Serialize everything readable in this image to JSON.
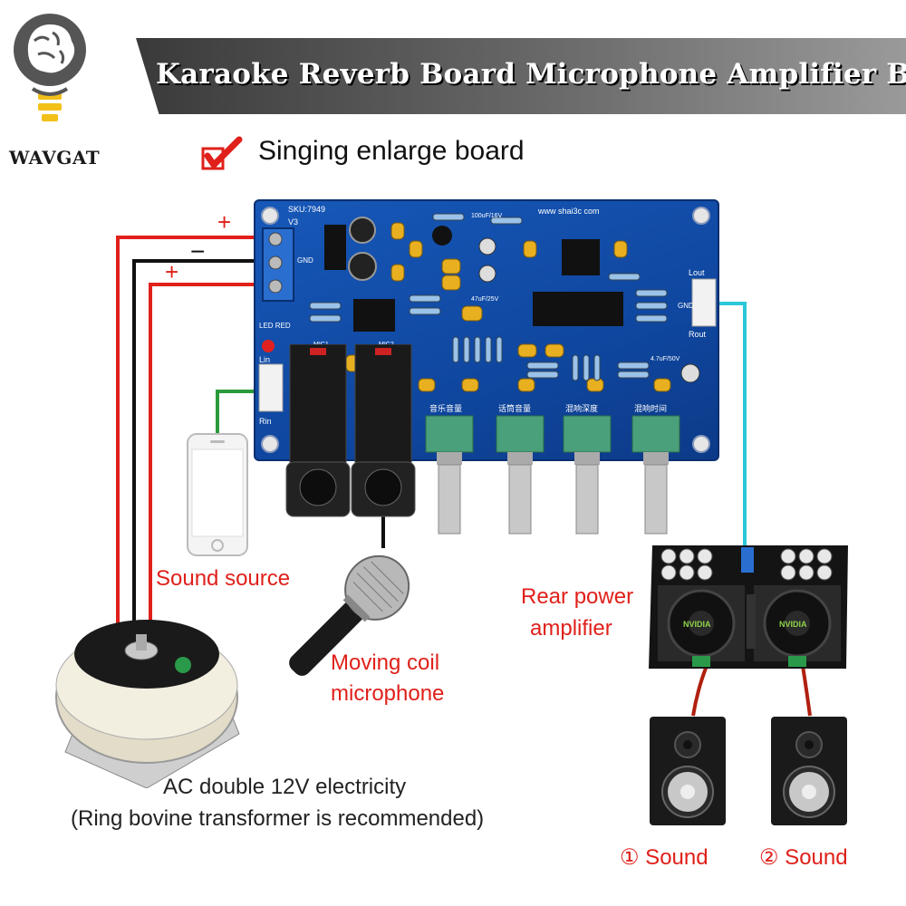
{
  "brand": {
    "name": "WAVGAT",
    "logo_icon": "brain-bulb-icon"
  },
  "header": {
    "title": "Karaoke Reverb Board Microphone Amplifier Board"
  },
  "subtitle": {
    "check_icon": "check-icon",
    "text": "Singing enlarge board"
  },
  "wiring": {
    "plus_top": "+",
    "minus": "−",
    "plus_bottom": "+"
  },
  "board": {
    "sku": "SKU:7949",
    "version": "V3",
    "site": "www shai3c com",
    "gnd": "GND",
    "led": "LED RED",
    "lout": "Lout",
    "rout": "Rout",
    "lin": "Lin",
    "rin": "Rin",
    "mic1": "MIC1",
    "mic2": "MIC2",
    "cap1": "100uF/16V",
    "cap2": "47uF/25V",
    "cap3": "4.7uF/50V",
    "knob_labels": [
      "音乐音量",
      "话筒音量",
      "混响深度",
      "混响时间"
    ]
  },
  "labels": {
    "sound_source": "Sound source",
    "rear_amp_line1": "Rear power",
    "rear_amp_line2": "amplifier",
    "mic_line1": "Moving coil",
    "mic_line2": "microphone",
    "ac_line1": "AC double 12V electricity",
    "ac_line2": "(Ring bovine transformer is recommended)",
    "speaker1": "① Sound",
    "speaker2": "② Sound",
    "amp_brand_left": "NVIDIA",
    "amp_brand_right": "NVIDIA"
  },
  "colors": {
    "accent_red": "#e0201a",
    "board_blue": "#1256b3",
    "title_bar": "#4a4a4a",
    "wire_red": "#e0201a",
    "wire_black": "#111111",
    "wire_green": "#2a9a3a",
    "wire_cyan": "#2ac8d8"
  }
}
